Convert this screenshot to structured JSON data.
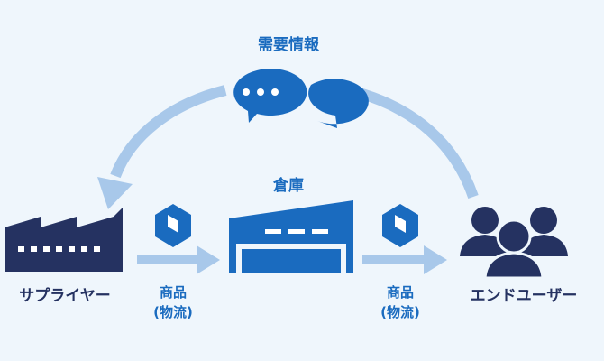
{
  "labels": {
    "demand_info": "需要情報",
    "warehouse": "倉庫",
    "supplier": "サプライヤー",
    "end_user": "エンドユーザー",
    "goods_left": "商品",
    "logistics_left": "(物流)",
    "goods_right": "商品",
    "logistics_right": "(物流)"
  },
  "colors": {
    "background": "#eff6fc",
    "arrow": "#a8c8ea",
    "blue": "#1a6bbf",
    "navy": "#253261"
  },
  "icons": {
    "supplier": "factory-icon",
    "warehouse": "warehouse-icon",
    "end_user": "users-group-icon",
    "demand_info": "chat-bubbles-icon",
    "goods": "package-box-icon"
  }
}
